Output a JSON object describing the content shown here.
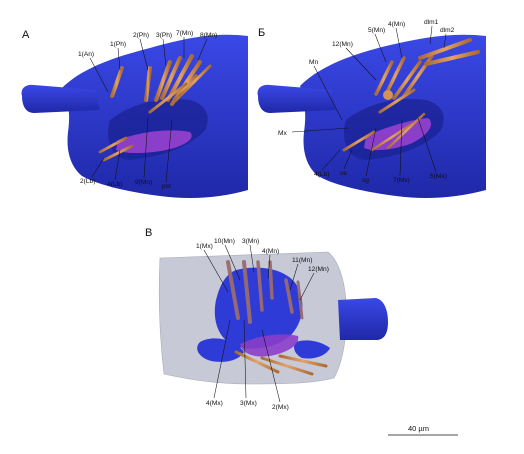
{
  "panels": {
    "a": {
      "letter": "А",
      "labels": [
        "1(An)",
        "1(Ph)",
        "2(Ph)",
        "3(Ph)",
        "7(Mn)",
        "8(Mn)",
        "2(Lb)",
        "4(Lb)",
        "9(Mn)",
        "pst"
      ]
    },
    "b": {
      "letter": "Б",
      "labels": [
        "12(Mn)",
        "5(Mn)",
        "4(Mn)",
        "dlm1",
        "dlm2",
        "Mn",
        "Mx",
        "4(Lb)",
        "ce",
        "sg",
        "7(Mx)",
        "5(Mx)"
      ]
    },
    "v": {
      "letter": "В",
      "labels": [
        "1(Mx)",
        "10(Mn)",
        "3(Mn)",
        "4(Mn)",
        "11(Mn)",
        "12(Mn)",
        "4(Mx)",
        "3(Mx)",
        "2(Mx)"
      ]
    }
  },
  "scale_bar": {
    "label": "40 µm"
  },
  "colors": {
    "body_blue": "#2f3bd6",
    "muscle_orange": "#c98a4a",
    "purple": "#8a3ec9",
    "translucent": "#c7c9d6"
  }
}
